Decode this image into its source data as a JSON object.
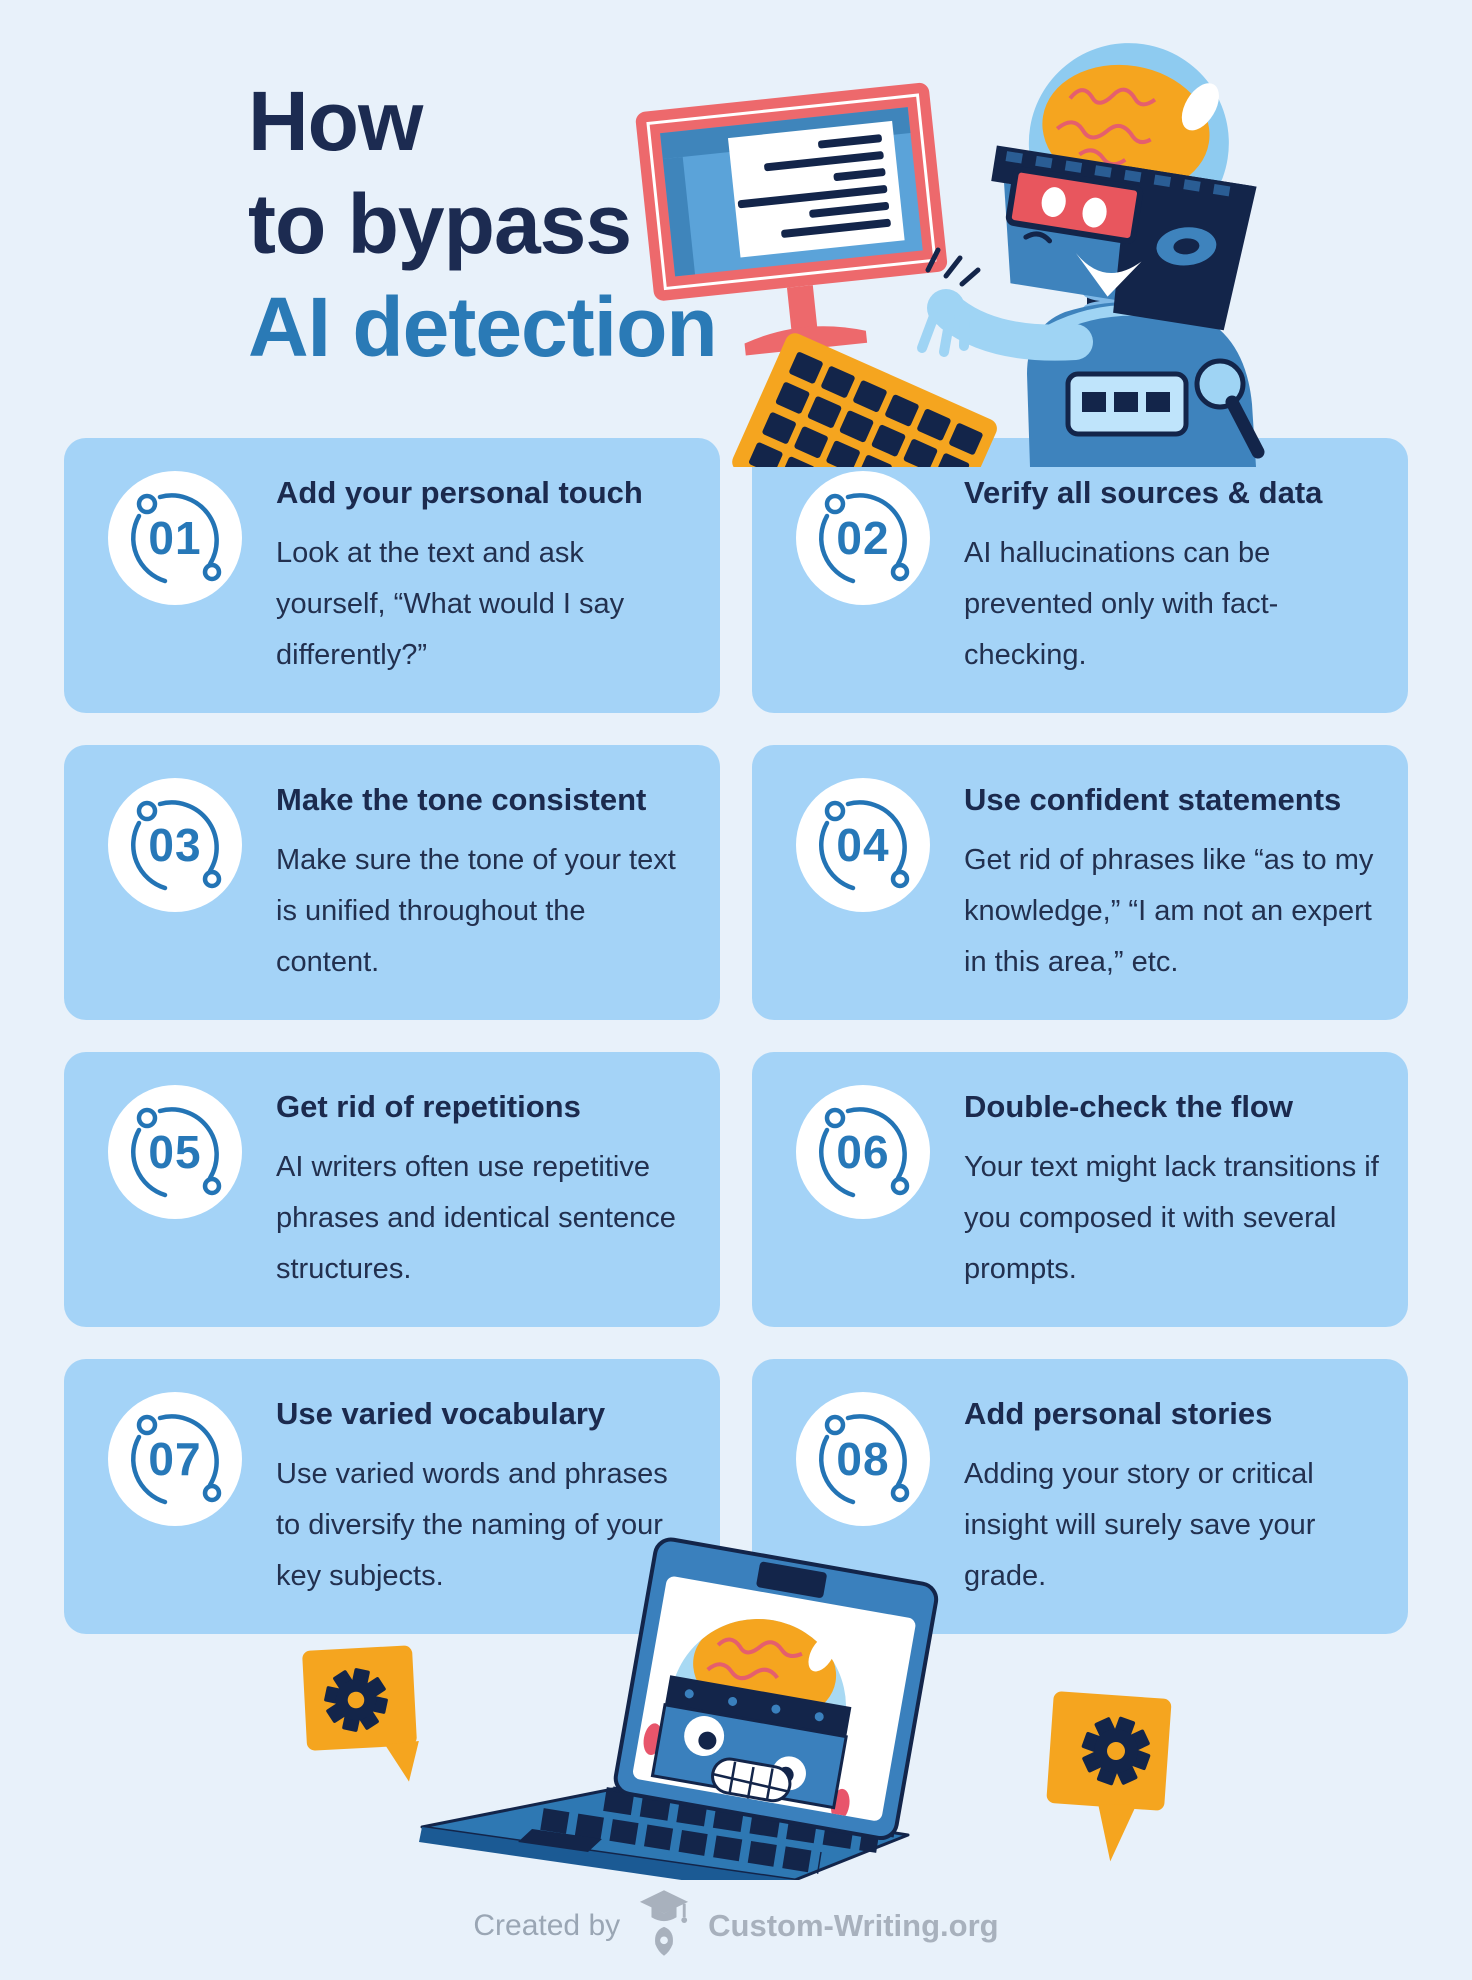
{
  "page": {
    "title_line1": "How",
    "title_line2": "to bypass",
    "title_line3": "AI detection"
  },
  "colors": {
    "page_bg": "#e8f1fa",
    "card_bg": "#a4d3f7",
    "heading_navy": "#1b2a4e",
    "body_navy": "#22304f",
    "accent_blue": "#2a7ab6",
    "badge_blue": "#2374b5",
    "illustration_navy": "#13254a",
    "illustration_blue": "#3e83bd",
    "illustration_light_blue": "#9fd4f4",
    "coral": "#ed696c",
    "visor_red": "#e8565e",
    "orange": "#f5a51f",
    "footer_gray": "#a8b1bd"
  },
  "cards": [
    {
      "number": "01",
      "title": "Add your personal touch",
      "body": "Look at the text and ask yourself, “What would I say differently?”"
    },
    {
      "number": "02",
      "title": "Verify all sources & data",
      "body": "AI hallucinations can be prevented only with fact-checking."
    },
    {
      "number": "03",
      "title": "Make the tone consistent",
      "body": "Make sure the tone of your text is unified throughout the content."
    },
    {
      "number": "04",
      "title": "Use confident statements",
      "body": "Get rid of phrases like “as to my knowledge,” “I am not an expert in this area,” etc."
    },
    {
      "number": "05",
      "title": "Get rid of repetitions",
      "body": "AI writers often use repetitive phrases and identical sentence structures."
    },
    {
      "number": "06",
      "title": "Double-check the flow",
      "body": "Your text might lack transitions if you composed it with several prompts."
    },
    {
      "number": "07",
      "title": "Use varied vocabulary",
      "body": "Use varied words and phrases to diversify the naming of your key subjects."
    },
    {
      "number": "08",
      "title": "Add personal stories",
      "body": "Adding your story or critical insight will surely save your grade."
    }
  ],
  "footer": {
    "created_by": "Created by",
    "brand": "Custom-Writing.org"
  }
}
